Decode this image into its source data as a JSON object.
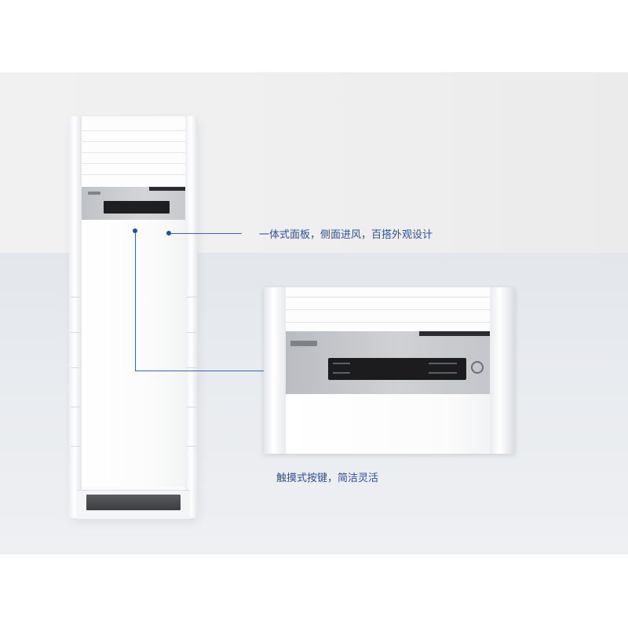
{
  "callouts": {
    "panel_text": "一体式面板，侧面进风，百搭外观设计",
    "touch_text": "触摸式按键，简洁灵活"
  },
  "colors": {
    "accent_line": "#3c64b0",
    "callout_text": "#2a4f9a",
    "bg_top": "#efefef",
    "bg_bottom": "#e6e9ed"
  },
  "icons": [
    "callout-dot",
    "touch-button-icon"
  ]
}
